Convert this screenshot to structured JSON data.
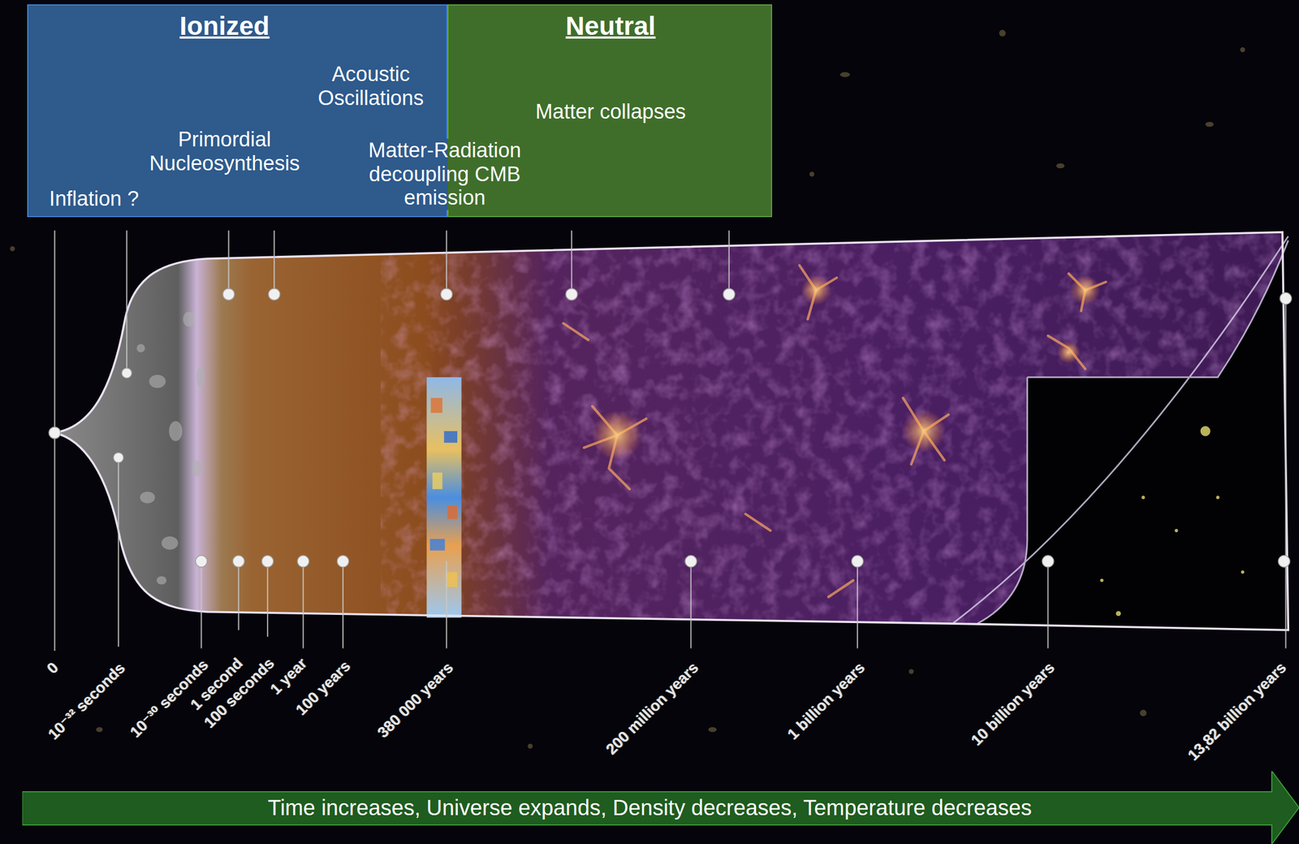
{
  "diagram": {
    "nodes": [
      {
        "text": [
          "Ionized",
          "Inflation ?",
          "Primordial Nucleosynthesis",
          "Acoustic Oscillations"
        ]
      },
      {
        "text": [
          "Neutral",
          "Matter collapses"
        ]
      },
      {
        "text": [
          "Time increases, Universe expands, Density decreases, Temperature decreases"
        ]
      }
    ],
    "labels": [
      "Matter-Radiation decoupling CMB emission",
      "0",
      "10⁻³² seconds",
      "10⁻³⁰ seconds",
      "1 second",
      "100 seconds",
      "1 year",
      "100 years",
      "380 000 years",
      "200 million years",
      "1 billion years",
      "10 billion years",
      "13,82 billion years"
    ]
  }
}
